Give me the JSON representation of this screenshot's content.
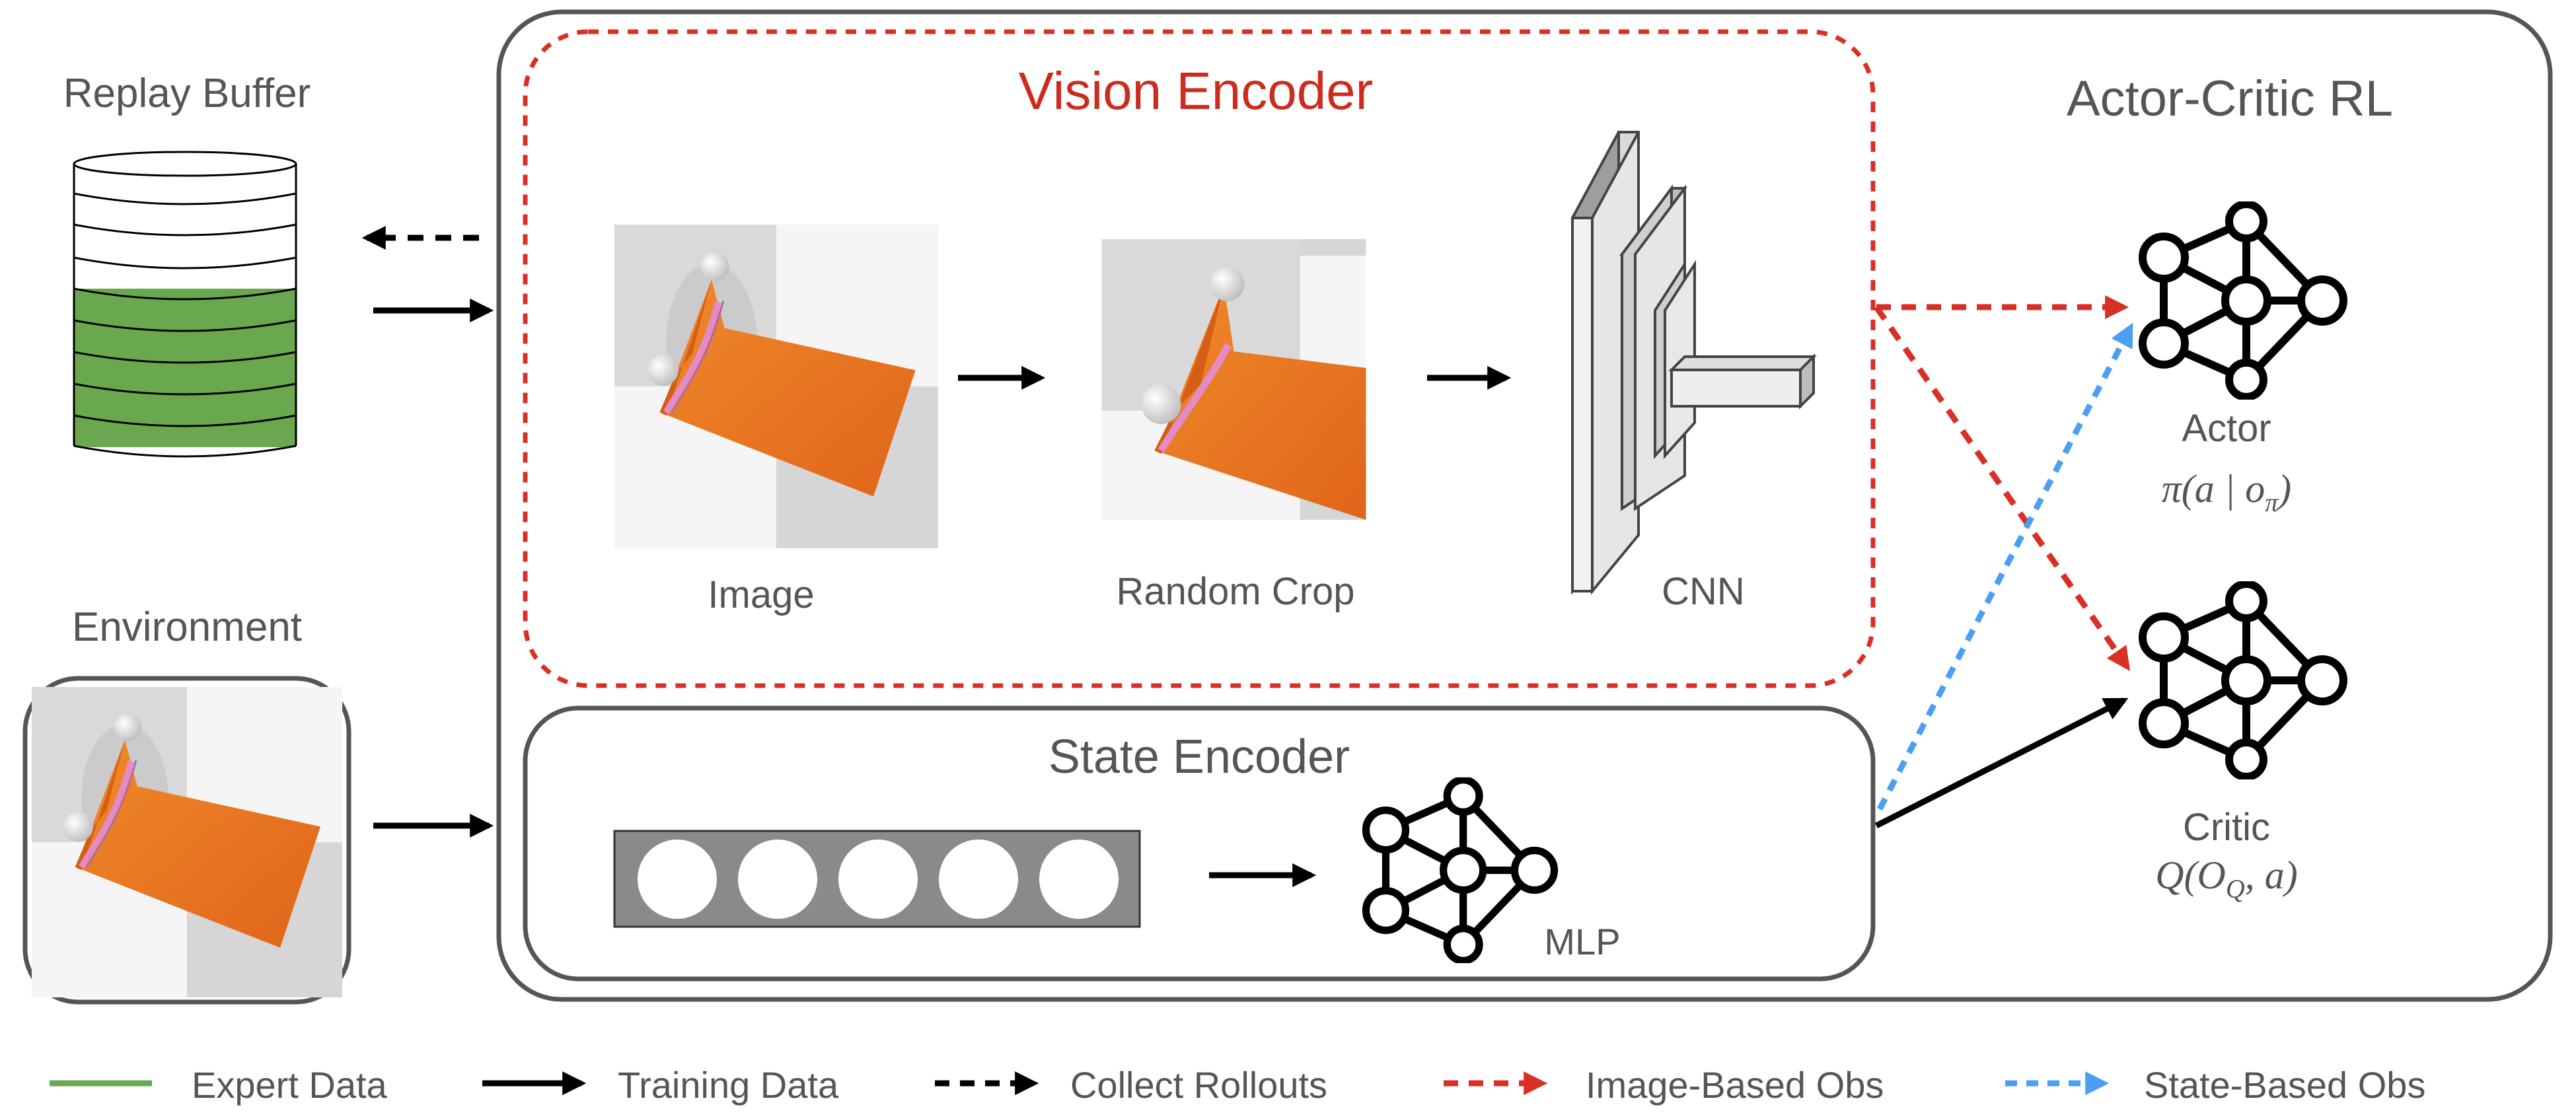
{
  "replay_buffer": {
    "title": "Replay Buffer"
  },
  "environment": {
    "title": "Environment"
  },
  "actor_critic": {
    "title": "Actor-Critic RL"
  },
  "vision_encoder": {
    "title": "Vision Encoder",
    "image_label": "Image",
    "crop_label": "Random Crop",
    "cnn_label": "CNN"
  },
  "state_encoder": {
    "title": "State Encoder",
    "mlp_label": "MLP"
  },
  "actor": {
    "label": "Actor",
    "formula": "π(a | o",
    "subscript": "π",
    "formula_end": ")"
  },
  "critic": {
    "label": "Critic",
    "formula": "Q(O",
    "subscript": "Q",
    "formula_end": ", a)"
  },
  "legend": [
    {
      "label": "Expert Data",
      "color": "#6aa84f",
      "style": "solid-line"
    },
    {
      "label": "Training Data",
      "color": "#000000",
      "style": "solid-arrow"
    },
    {
      "label": "Collect Rollouts",
      "color": "#000000",
      "style": "dashed-arrow"
    },
    {
      "label": "Image-Based Obs",
      "color": "#d93025",
      "style": "dashed-arrow"
    },
    {
      "label": "State-Based Obs",
      "color": "#4a9ff5",
      "style": "dashed-arrow"
    }
  ],
  "colors": {
    "vision_title": "#cc2b1d",
    "image_obs": "#d93025",
    "state_obs": "#4a9ff5",
    "expert": "#6aa84f",
    "cloth": "#e8701e"
  }
}
